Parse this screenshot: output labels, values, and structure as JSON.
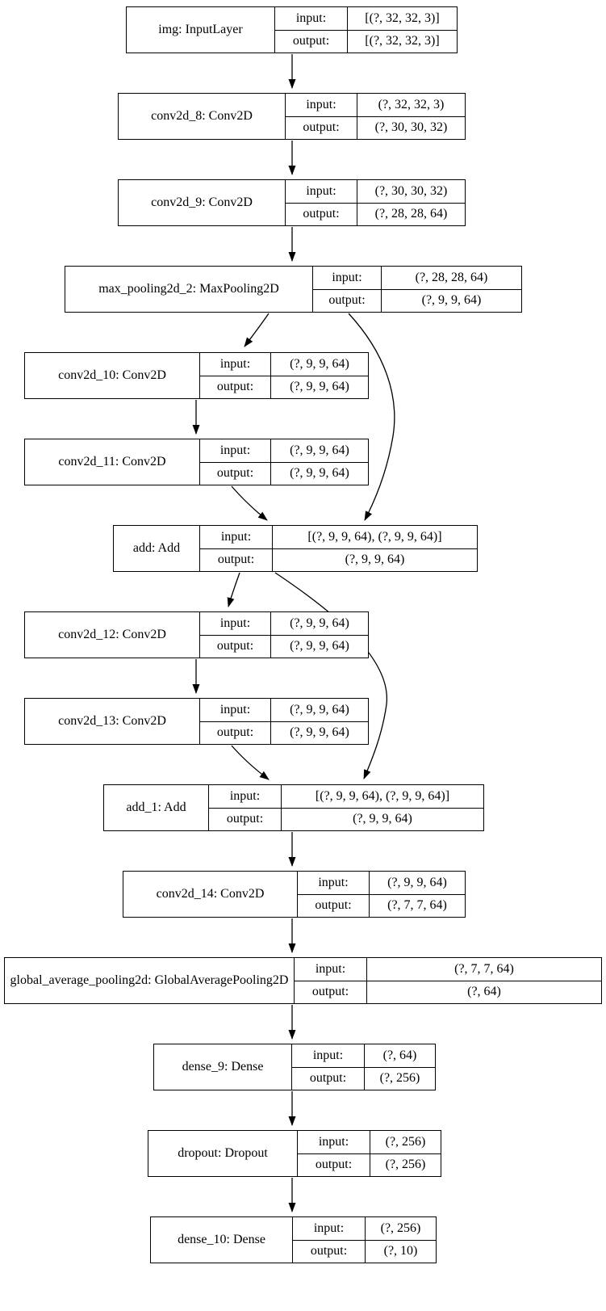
{
  "diagram": {
    "kind": "keras-model-architecture",
    "background_color": "#ffffff",
    "node_border_color": "#000000",
    "edge_color": "#000000",
    "labels": {
      "input": "input:",
      "output": "output:"
    },
    "nodes": [
      {
        "id": "img",
        "title": "img: InputLayer",
        "input": "[(?, 32, 32, 3)]",
        "output": "[(?, 32, 32, 3)]"
      },
      {
        "id": "conv2d_8",
        "title": "conv2d_8: Conv2D",
        "input": "(?, 32, 32, 3)",
        "output": "(?, 30, 30, 32)"
      },
      {
        "id": "conv2d_9",
        "title": "conv2d_9: Conv2D",
        "input": "(?, 30, 30, 32)",
        "output": "(?, 28, 28, 64)"
      },
      {
        "id": "max_pooling2d_2",
        "title": "max_pooling2d_2: MaxPooling2D",
        "input": "(?, 28, 28, 64)",
        "output": "(?, 9, 9, 64)"
      },
      {
        "id": "conv2d_10",
        "title": "conv2d_10: Conv2D",
        "input": "(?, 9, 9, 64)",
        "output": "(?, 9, 9, 64)"
      },
      {
        "id": "conv2d_11",
        "title": "conv2d_11: Conv2D",
        "input": "(?, 9, 9, 64)",
        "output": "(?, 9, 9, 64)"
      },
      {
        "id": "add",
        "title": "add: Add",
        "input": "[(?, 9, 9, 64), (?, 9, 9, 64)]",
        "output": "(?, 9, 9, 64)"
      },
      {
        "id": "conv2d_12",
        "title": "conv2d_12: Conv2D",
        "input": "(?, 9, 9, 64)",
        "output": "(?, 9, 9, 64)"
      },
      {
        "id": "conv2d_13",
        "title": "conv2d_13: Conv2D",
        "input": "(?, 9, 9, 64)",
        "output": "(?, 9, 9, 64)"
      },
      {
        "id": "add_1",
        "title": "add_1: Add",
        "input": "[(?, 9, 9, 64), (?, 9, 9, 64)]",
        "output": "(?, 9, 9, 64)"
      },
      {
        "id": "conv2d_14",
        "title": "conv2d_14: Conv2D",
        "input": "(?, 9, 9, 64)",
        "output": "(?, 7, 7, 64)"
      },
      {
        "id": "global_average_pooling2d",
        "title": "global_average_pooling2d: GlobalAveragePooling2D",
        "input": "(?, 7, 7, 64)",
        "output": "(?, 64)"
      },
      {
        "id": "dense_9",
        "title": "dense_9: Dense",
        "input": "(?, 64)",
        "output": "(?, 256)"
      },
      {
        "id": "dropout",
        "title": "dropout: Dropout",
        "input": "(?, 256)",
        "output": "(?, 256)"
      },
      {
        "id": "dense_10",
        "title": "dense_10: Dense",
        "input": "(?, 256)",
        "output": "(?, 10)"
      }
    ],
    "edges": [
      {
        "from": "img",
        "to": "conv2d_8"
      },
      {
        "from": "conv2d_8",
        "to": "conv2d_9"
      },
      {
        "from": "conv2d_9",
        "to": "max_pooling2d_2"
      },
      {
        "from": "max_pooling2d_2",
        "to": "conv2d_10"
      },
      {
        "from": "max_pooling2d_2",
        "to": "add"
      },
      {
        "from": "conv2d_10",
        "to": "conv2d_11"
      },
      {
        "from": "conv2d_11",
        "to": "add"
      },
      {
        "from": "add",
        "to": "conv2d_12"
      },
      {
        "from": "add",
        "to": "add_1"
      },
      {
        "from": "conv2d_12",
        "to": "conv2d_13"
      },
      {
        "from": "conv2d_13",
        "to": "add_1"
      },
      {
        "from": "add_1",
        "to": "conv2d_14"
      },
      {
        "from": "conv2d_14",
        "to": "global_average_pooling2d"
      },
      {
        "from": "global_average_pooling2d",
        "to": "dense_9"
      },
      {
        "from": "dense_9",
        "to": "dropout"
      },
      {
        "from": "dropout",
        "to": "dense_10"
      }
    ]
  }
}
